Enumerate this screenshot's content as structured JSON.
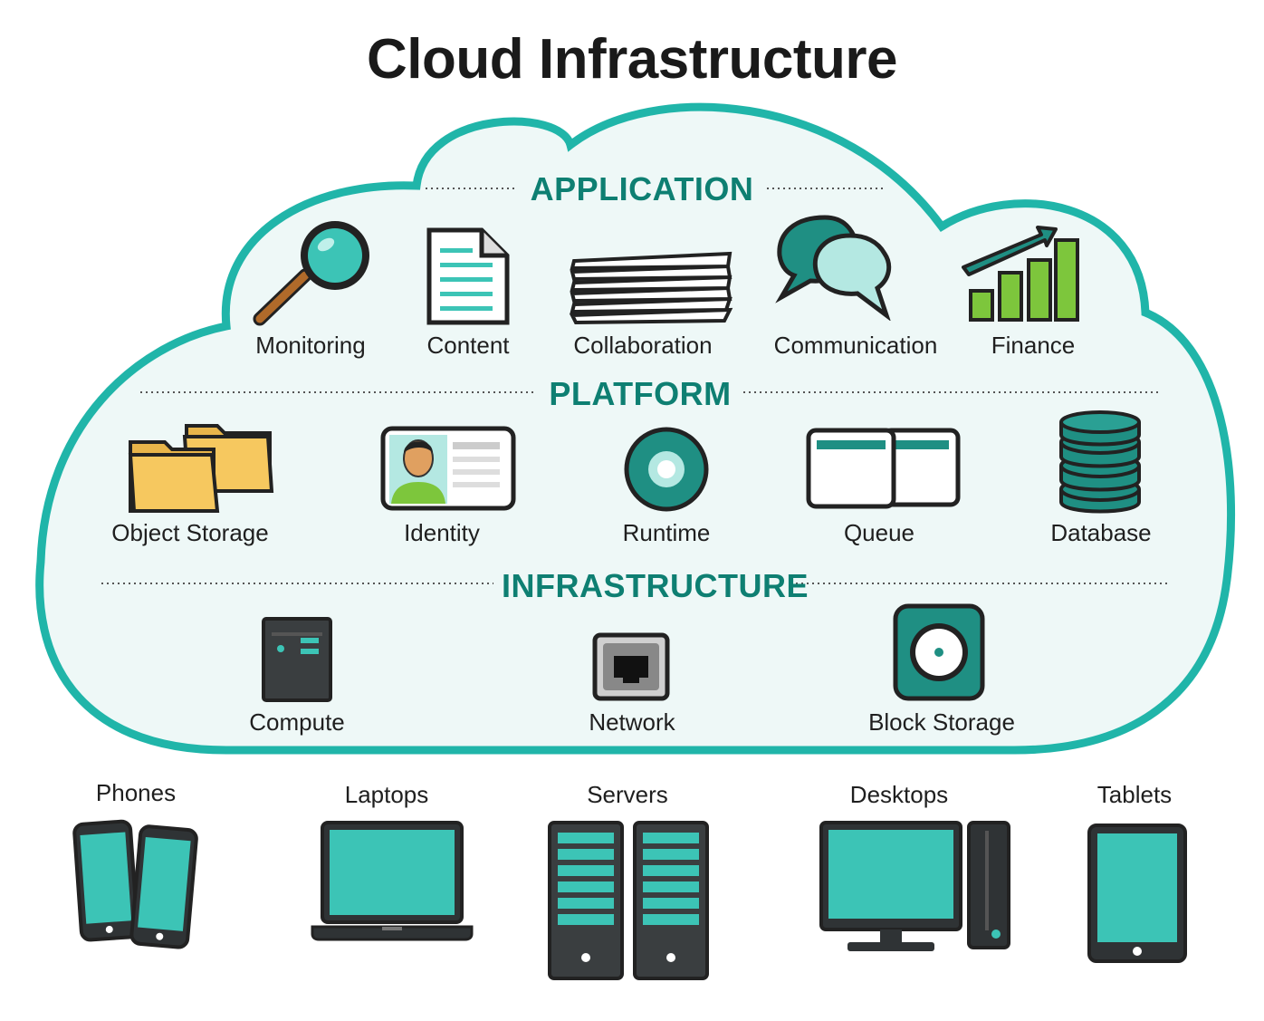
{
  "title": "Cloud Infrastructure",
  "colors": {
    "teal": "#20b5a9",
    "teal_dark": "#0e7f72",
    "cloud_fill": "#eef8f7",
    "folder": "#f6c85f",
    "green": "#7dc63c",
    "dark": "#2f3335"
  },
  "sections": {
    "application": {
      "heading": "APPLICATION",
      "items": [
        "Monitoring",
        "Content",
        "Collaboration",
        "Communication",
        "Finance"
      ],
      "icons": [
        "magnifier-icon",
        "document-icon",
        "stack-icon",
        "chat-bubbles-icon",
        "bar-chart-icon"
      ]
    },
    "platform": {
      "heading": "PLATFORM",
      "items": [
        "Object Storage",
        "Identity",
        "Runtime",
        "Queue",
        "Database"
      ],
      "icons": [
        "folders-icon",
        "id-card-icon",
        "disc-icon",
        "windows-icon",
        "database-icon"
      ]
    },
    "infrastructure": {
      "heading": "INFRASTRUCTURE",
      "items": [
        "Compute",
        "Network",
        "Block Storage"
      ],
      "icons": [
        "server-box-icon",
        "ethernet-port-icon",
        "hard-drive-icon"
      ]
    }
  },
  "devices": {
    "items": [
      "Phones",
      "Laptops",
      "Servers",
      "Desktops",
      "Tablets"
    ],
    "icons": [
      "phones-icon",
      "laptop-icon",
      "server-racks-icon",
      "desktop-icon",
      "tablet-icon"
    ]
  }
}
